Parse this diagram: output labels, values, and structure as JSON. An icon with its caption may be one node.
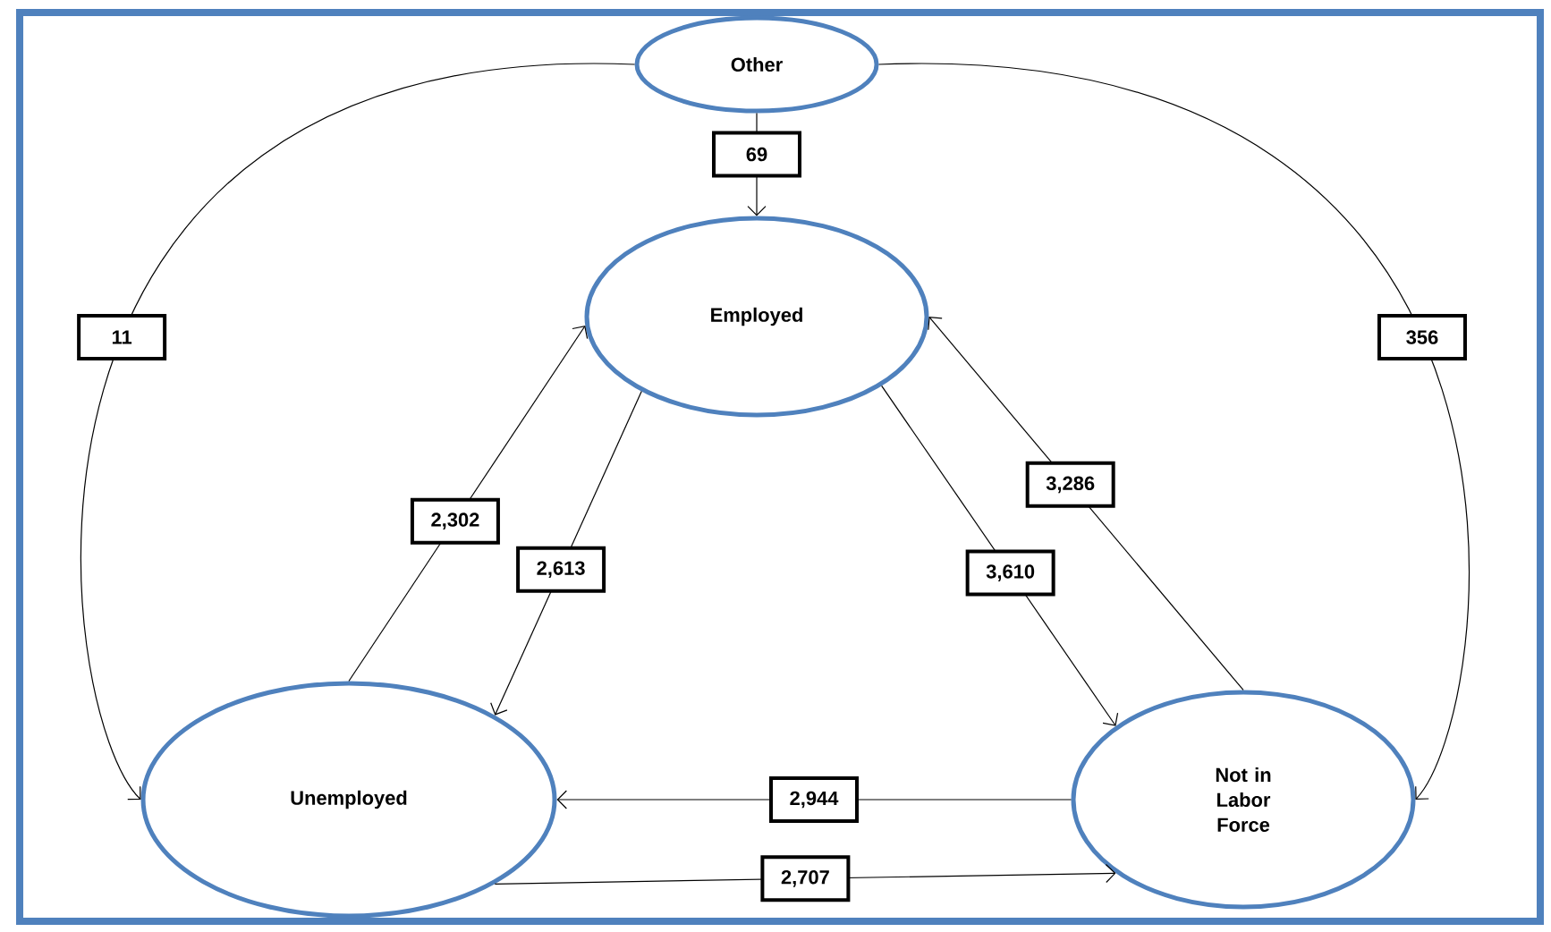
{
  "diagram": {
    "nodes": [
      {
        "text": [
          "Other"
        ]
      },
      {
        "text": [
          "Employed"
        ]
      },
      {
        "text": [
          "Unemployed"
        ]
      },
      {
        "text": [
          "Not in Labor Force"
        ]
      }
    ],
    "edges": [
      {
        "from": 0,
        "to": 1,
        "arrow": "to",
        "label": "69"
      },
      {
        "from": 0,
        "to": 2,
        "arrow": "to",
        "label": "11"
      },
      {
        "from": 0,
        "to": 3,
        "arrow": "to",
        "label": "356"
      },
      {
        "from": 2,
        "to": 1,
        "arrow": "to",
        "label": "2,302"
      },
      {
        "from": 1,
        "to": 2,
        "arrow": "to",
        "label": "2,613"
      },
      {
        "from": 1,
        "to": 3,
        "arrow": "to",
        "label": "3,610"
      },
      {
        "from": 3,
        "to": 1,
        "arrow": "to",
        "label": "3,286"
      },
      {
        "from": 3,
        "to": 2,
        "arrow": "to",
        "label": "2,944"
      },
      {
        "from": 2,
        "to": 3,
        "arrow": "to",
        "label": "2,707"
      }
    ]
  }
}
